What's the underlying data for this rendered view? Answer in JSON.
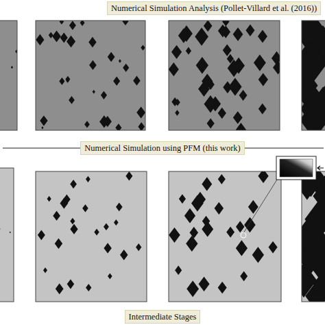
{
  "diagram": {
    "nodes": [
      {
        "text": [
          "Numerical Simulation Analysis (Pollet-Villard et al. (2016))"
        ]
      },
      {
        "text": [
          "Numerical Simulation using PFM (this work)"
        ]
      },
      {
        "text": [
          "Intermediate Stages"
        ]
      }
    ]
  }
}
